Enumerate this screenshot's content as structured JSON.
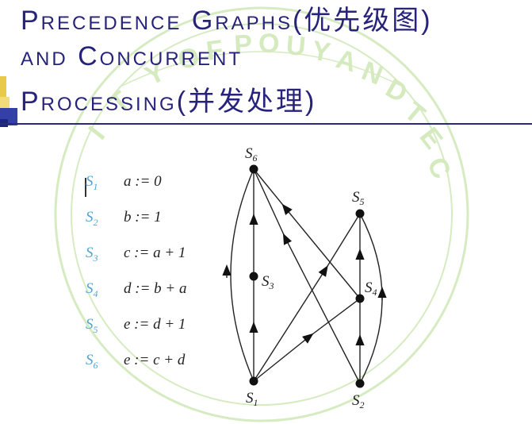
{
  "title": {
    "line1": "Precedence Graphs(优先级图)",
    "line2": "and Concurrent",
    "line3": "Processing(并发处理)"
  },
  "statements": [
    {
      "label": "S",
      "sub": "1",
      "expr": "a := 0"
    },
    {
      "label": "S",
      "sub": "2",
      "expr": "b := 1"
    },
    {
      "label": "S",
      "sub": "3",
      "expr": "c := a + 1"
    },
    {
      "label": "S",
      "sub": "4",
      "expr": "d := b + a"
    },
    {
      "label": "S",
      "sub": "5",
      "expr": "e := d + 1"
    },
    {
      "label": "S",
      "sub": "6",
      "expr": "e := c + d"
    }
  ],
  "graph": {
    "nodes": {
      "s1": {
        "label": "S",
        "sub": "1"
      },
      "s2": {
        "label": "S",
        "sub": "2"
      },
      "s3": {
        "label": "S",
        "sub": "3"
      },
      "s4": {
        "label": "S",
        "sub": "4"
      },
      "s5": {
        "label": "S",
        "sub": "5"
      },
      "s6": {
        "label": "S",
        "sub": "6"
      }
    },
    "edges": [
      {
        "from": "s1",
        "to": "s3"
      },
      {
        "from": "s3",
        "to": "s6"
      },
      {
        "from": "s1",
        "to": "s6"
      },
      {
        "from": "s1",
        "to": "s4"
      },
      {
        "from": "s1",
        "to": "s5"
      },
      {
        "from": "s2",
        "to": "s4"
      },
      {
        "from": "s2",
        "to": "s5"
      },
      {
        "from": "s2",
        "to": "s6"
      },
      {
        "from": "s4",
        "to": "s5"
      },
      {
        "from": "s4",
        "to": "s6"
      }
    ]
  },
  "colors": {
    "title": "#27237a",
    "statement_label": "#4fa5d6",
    "watermark": "#cfe6b4",
    "accent_gold": "#e8c94a",
    "accent_blue": "#3440a8"
  }
}
